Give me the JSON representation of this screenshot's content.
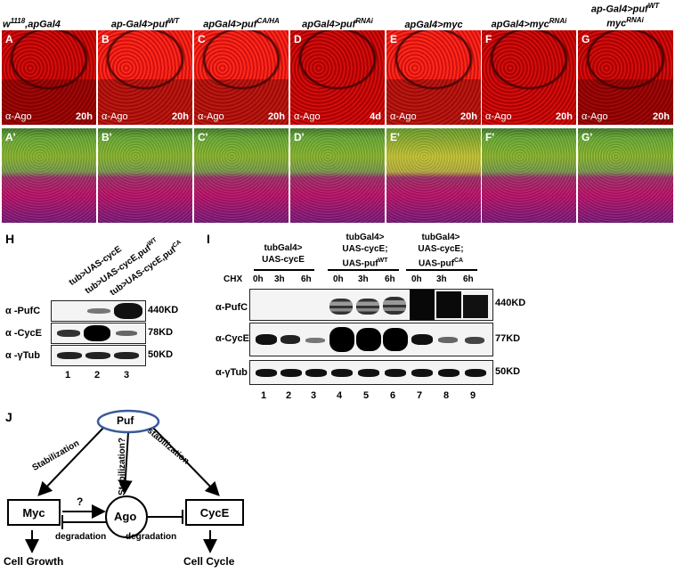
{
  "top_row": {
    "headers": [
      "w1118,apGal4",
      "ap-Gal4>pufWT",
      "apGal4>pufCA/HA",
      "apGal4>pufRNAi",
      "apGal4>myc",
      "apGal4>mycRNAi",
      "ap-Gal4>pufWT mycRNAi"
    ],
    "header_parts": [
      {
        "base": "w",
        "sup": "1118",
        "rest": ",apGal4"
      },
      {
        "base": "ap-Gal4>puf",
        "sup": "WT",
        "rest": ""
      },
      {
        "base": "apGal4>puf",
        "sup": "CA/HA",
        "rest": ""
      },
      {
        "base": "apGal4>puf",
        "sup": "RNAi",
        "rest": ""
      },
      {
        "base": "apGal4>myc",
        "sup": "",
        "rest": ""
      },
      {
        "base": "apGal4>myc",
        "sup": "RNAi",
        "rest": ""
      },
      {
        "base": "ap-Gal4>puf",
        "sup": "WT",
        "line2base": "myc",
        "line2sup": "RNAi"
      }
    ],
    "panel_labels": [
      "A",
      "B",
      "C",
      "D",
      "E",
      "F",
      "G"
    ],
    "antibody": "α-Ago",
    "times": [
      "20h",
      "20h",
      "20h",
      "4d",
      "20h",
      "20h",
      "20h"
    ]
  },
  "bottom_row": {
    "panel_labels": [
      "A'",
      "B'",
      "C'",
      "D'",
      "E'",
      "F'",
      "G'"
    ]
  },
  "panel_H": {
    "label": "H",
    "lane_headers": [
      "tub>UAS-cycE",
      "tub>UAS-cycE,pufWT",
      "tub>UAS-cycE,pufCA"
    ],
    "rows": [
      {
        "antibody": "α -PufC",
        "size": "440KD"
      },
      {
        "antibody": "α -CycE",
        "size": "78KD"
      },
      {
        "antibody": "α -γTub",
        "size": "50KD"
      }
    ],
    "lanes": [
      "1",
      "2",
      "3"
    ]
  },
  "panel_I": {
    "label": "I",
    "groups": [
      {
        "line1": "tubGal4>",
        "line2": "UAS-cycE",
        "line3": ""
      },
      {
        "line1": "tubGal4>",
        "line2": "UAS-cycE;",
        "line3": "UAS-pufWT"
      },
      {
        "line1": "tubGal4>",
        "line2": "UAS-cycE;",
        "line3": "UAS-pufCA"
      }
    ],
    "chx_label": "CHX",
    "times": [
      "0h",
      "3h",
      "6h",
      "0h",
      "3h",
      "6h",
      "0h",
      "3h",
      "6h"
    ],
    "rows": [
      {
        "antibody": "α-PufC",
        "size": "440KD"
      },
      {
        "antibody": "α-CycE",
        "size": "77KD"
      },
      {
        "antibody": "α-γTub",
        "size": "50KD"
      }
    ],
    "lanes": [
      "1",
      "2",
      "3",
      "4",
      "5",
      "6",
      "7",
      "8",
      "9"
    ]
  },
  "panel_J": {
    "label": "J",
    "puf": "Puf",
    "myc": "Myc",
    "ago": "Ago",
    "cyce": "CycE",
    "stab_left": "Stabilization",
    "stab_mid": "Stabilization?",
    "stab_right": "stabilization",
    "question": "?",
    "degradation_left": "degradation",
    "degradation_right": "degradation",
    "cell_growth": "Cell Growth",
    "cell_cycle": "Cell Cycle"
  }
}
